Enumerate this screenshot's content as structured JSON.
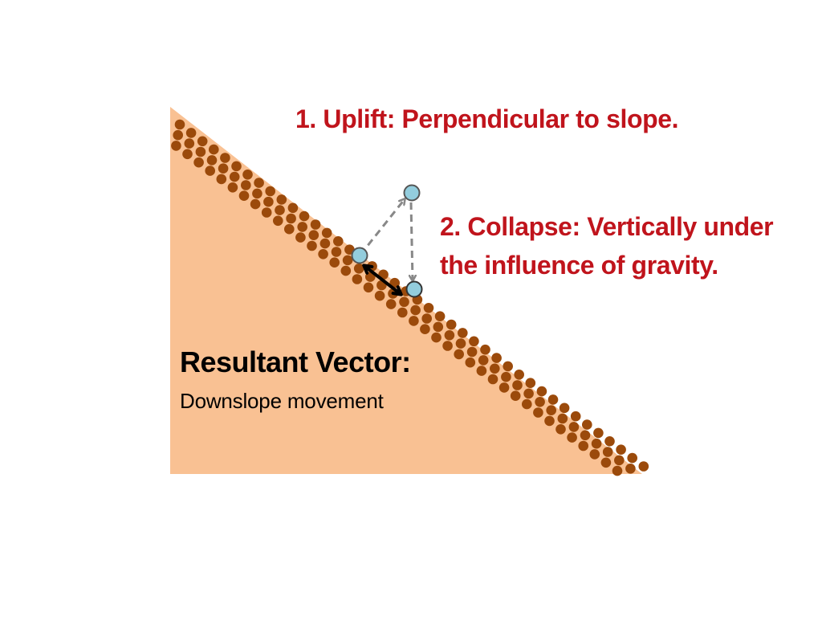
{
  "colors": {
    "slope_fill": "#f9c193",
    "soil_dot": "#9b4a0b",
    "particle_fill": "#93cddd",
    "particle_stroke": "#555555",
    "path_arrow": "#888888",
    "resultant_arrow": "#000000",
    "step_text": "#c0141c"
  },
  "labels": {
    "step1": "1. Uplift: Perpendicular to slope.",
    "step2_line1": "2. Collapse: Vertically under",
    "step2_line2": "the influence of gravity.",
    "resultant_title": "Resultant Vector:",
    "resultant_subtitle": "Downslope movement"
  },
  "icons": {
    "particle": "circle",
    "uplift_arrow": "dashed-arrow",
    "collapse_arrow": "dashed-arrow",
    "resultant_arrow": "double-headed-arrow"
  }
}
